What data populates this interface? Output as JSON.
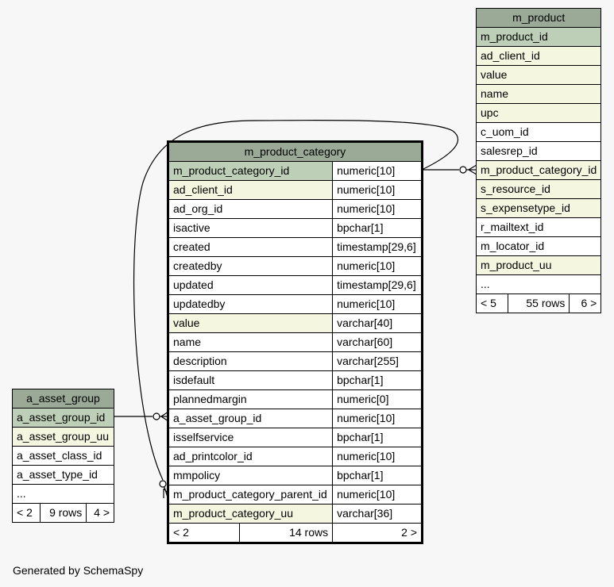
{
  "footer": "Generated by SchemaSpy",
  "tables": {
    "m_product_category": {
      "name": "m_product_category",
      "columns": [
        {
          "name": "m_product_category_id",
          "type": "numeric[10]"
        },
        {
          "name": "ad_client_id",
          "type": "numeric[10]"
        },
        {
          "name": "ad_org_id",
          "type": "numeric[10]"
        },
        {
          "name": "isactive",
          "type": "bpchar[1]"
        },
        {
          "name": "created",
          "type": "timestamp[29,6]"
        },
        {
          "name": "createdby",
          "type": "numeric[10]"
        },
        {
          "name": "updated",
          "type": "timestamp[29,6]"
        },
        {
          "name": "updatedby",
          "type": "numeric[10]"
        },
        {
          "name": "value",
          "type": "varchar[40]"
        },
        {
          "name": "name",
          "type": "varchar[60]"
        },
        {
          "name": "description",
          "type": "varchar[255]"
        },
        {
          "name": "isdefault",
          "type": "bpchar[1]"
        },
        {
          "name": "plannedmargin",
          "type": "numeric[0]"
        },
        {
          "name": "a_asset_group_id",
          "type": "numeric[10]"
        },
        {
          "name": "isselfservice",
          "type": "bpchar[1]"
        },
        {
          "name": "ad_printcolor_id",
          "type": "numeric[10]"
        },
        {
          "name": "mmpolicy",
          "type": "bpchar[1]"
        },
        {
          "name": "m_product_category_parent_id",
          "type": "numeric[10]"
        },
        {
          "name": "m_product_category_uu",
          "type": "varchar[36]"
        }
      ],
      "footer": {
        "left": "< 2",
        "mid": "14 rows",
        "right": "2 >"
      }
    },
    "m_product": {
      "name": "m_product",
      "columns": [
        "m_product_id",
        "ad_client_id",
        "value",
        "name",
        "upc",
        "c_uom_id",
        "salesrep_id",
        "m_product_category_id",
        "s_resource_id",
        "s_expensetype_id",
        "r_mailtext_id",
        "m_locator_id",
        "m_product_uu",
        "..."
      ],
      "footer": {
        "left": "< 5",
        "mid": "55 rows",
        "right": "6 >"
      }
    },
    "a_asset_group": {
      "name": "a_asset_group",
      "columns": [
        "a_asset_group_id",
        "a_asset_group_uu",
        "a_asset_class_id",
        "a_asset_type_id",
        "..."
      ],
      "footer": {
        "left": "< 2",
        "mid": "9 rows",
        "right": "4 >"
      }
    }
  }
}
